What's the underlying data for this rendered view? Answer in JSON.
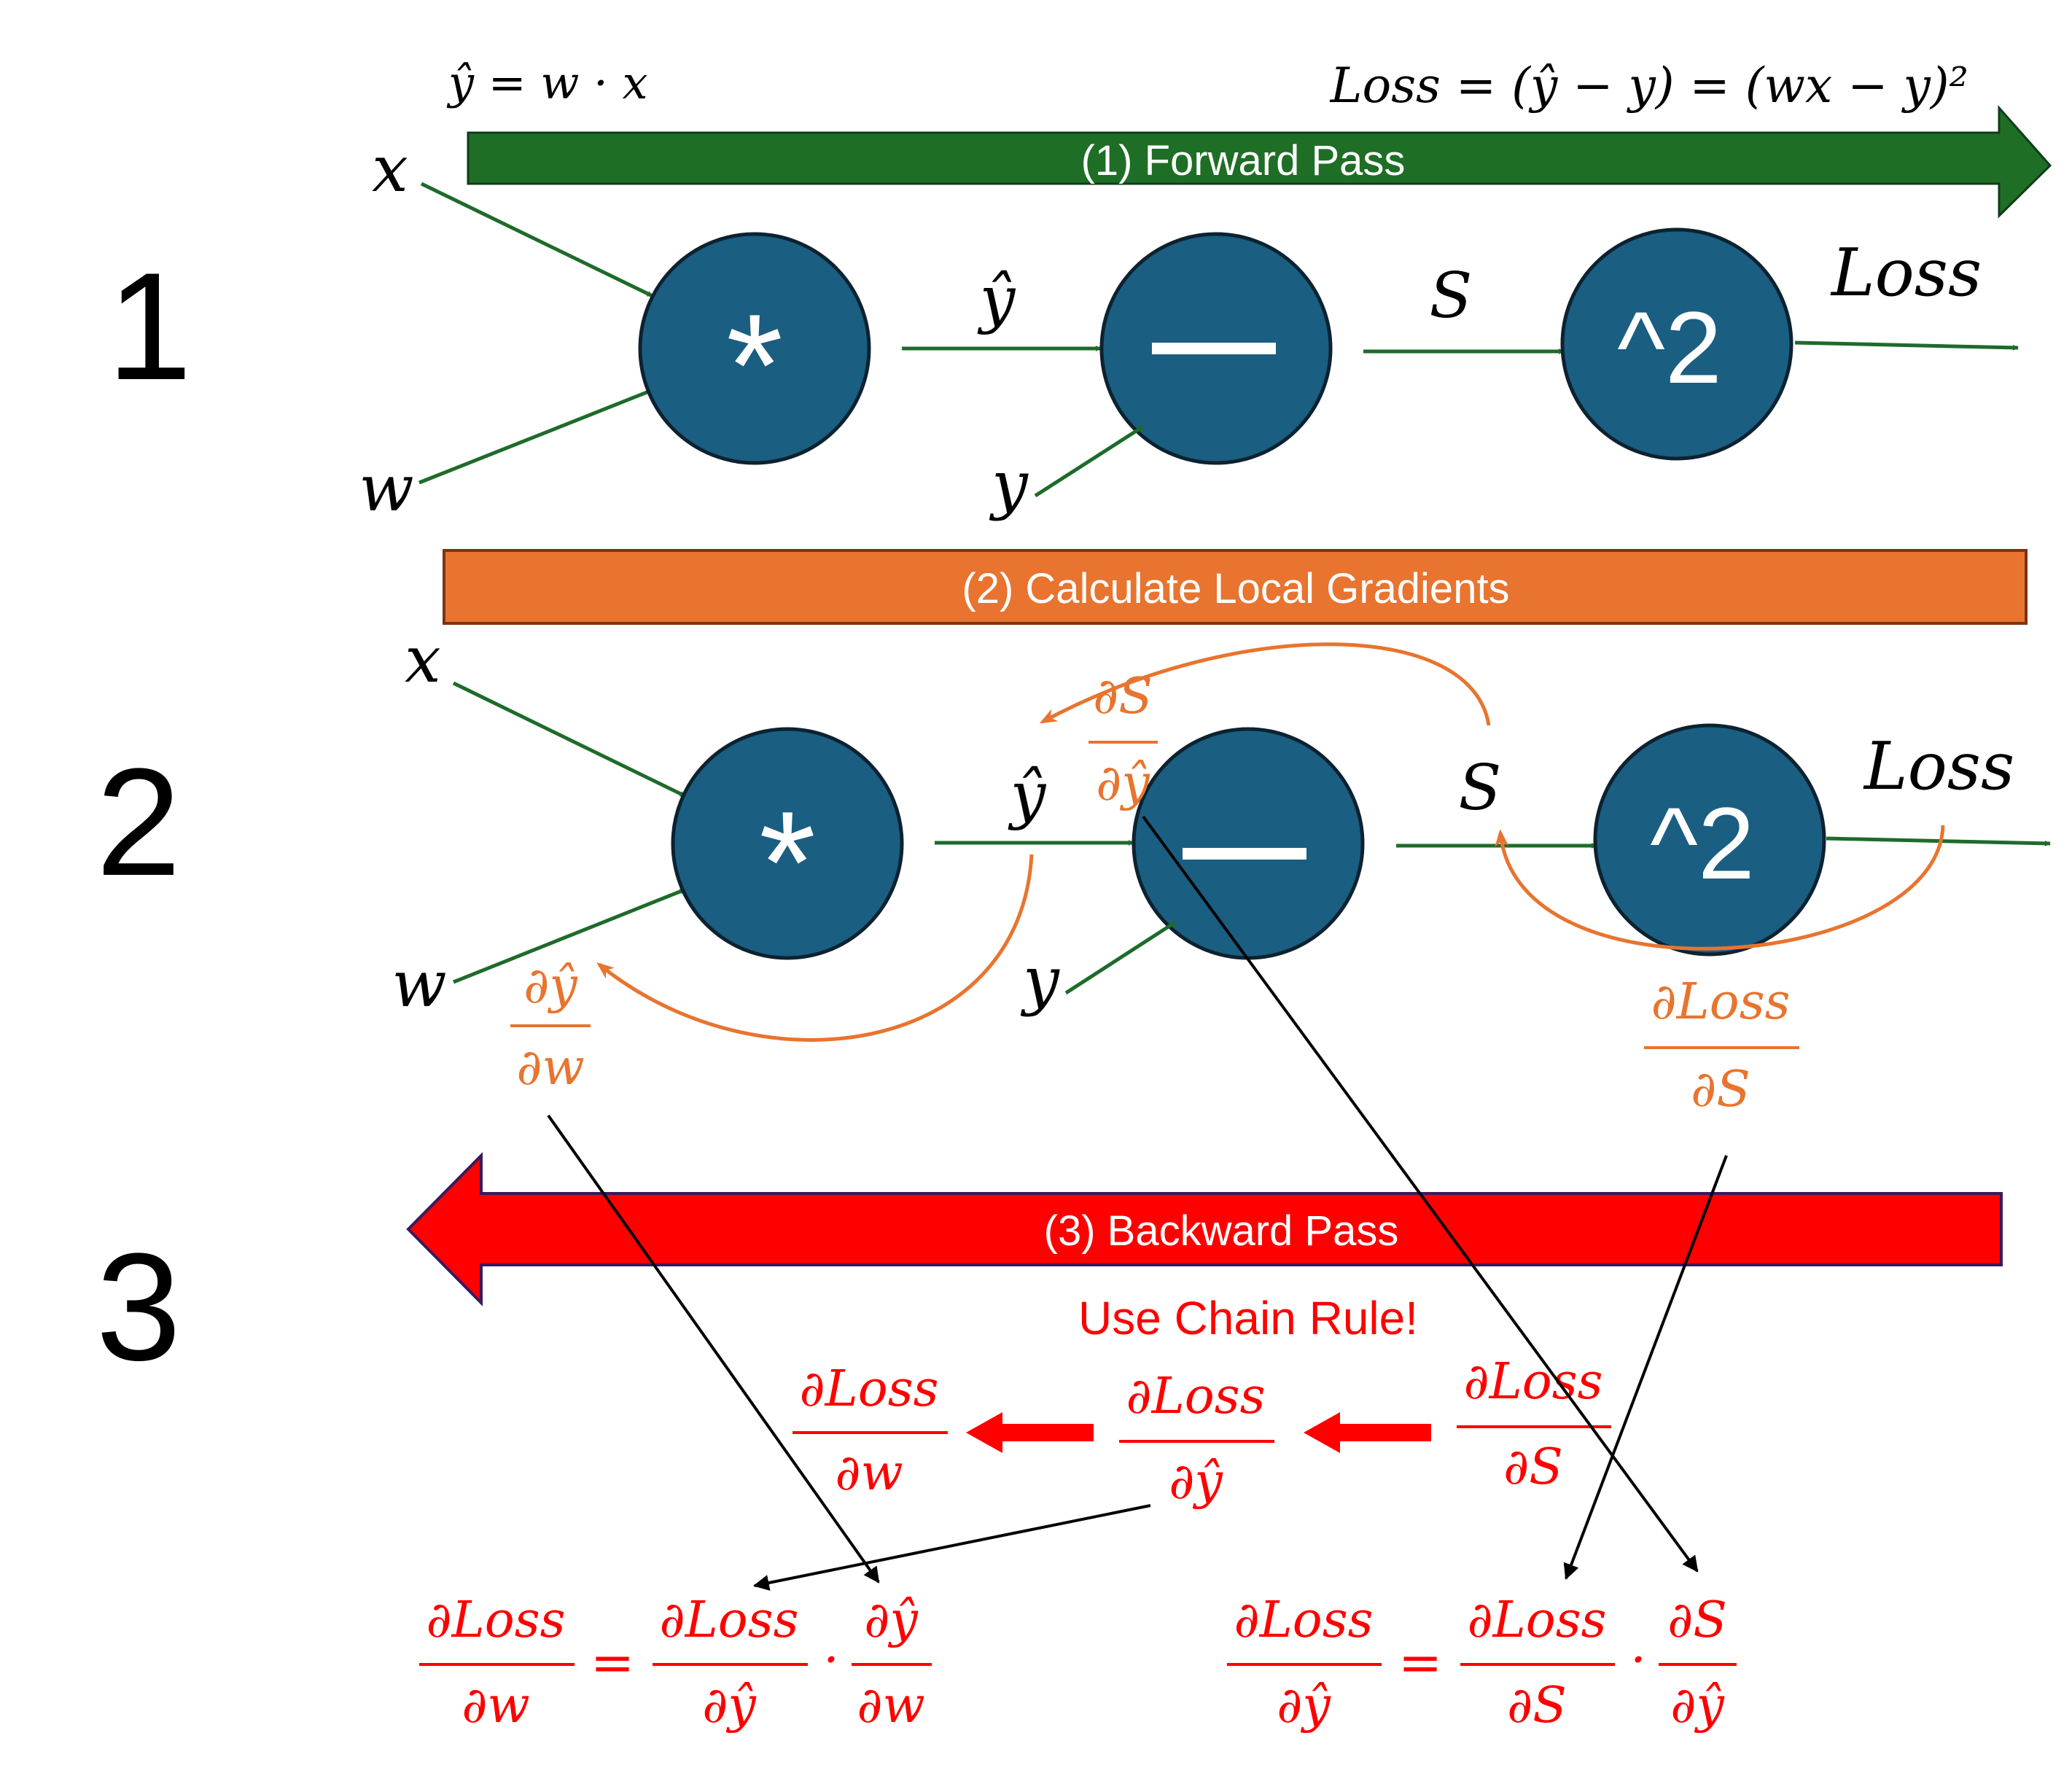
{
  "colors": {
    "node": "#1a5e82",
    "node_stroke": "#0d2230",
    "green": "#1e6b2a",
    "green_bar": "#1f6e26",
    "orange": "#e8742f",
    "orange_stroke": "#7a3414",
    "red": "#ff0000",
    "red_stroke": "#3a1a5c",
    "black": "#000000",
    "white": "#ffffff"
  },
  "steps": [
    "1",
    "2",
    "3"
  ],
  "top_formulas": {
    "yhat_def": "ŷ = w · x",
    "loss_def": "Loss = (ŷ − y) = (wx − y)²"
  },
  "bars": {
    "forward": "(1) Forward Pass",
    "local": "(2) Calculate Local Gradients",
    "backward": "(3) Backward Pass"
  },
  "vars": {
    "x": "x",
    "w": "w",
    "y": "y",
    "yhat": "ŷ",
    "s": "S",
    "loss": "Loss"
  },
  "nodes": {
    "mul": "*",
    "sub": "—",
    "sq": "^2"
  },
  "partial": {
    "S": "∂S",
    "yhat": "∂ŷ",
    "w": "∂w",
    "loss": "∂Loss"
  },
  "chain_rule": "Use Chain Rule!",
  "operators": {
    "eq": "=",
    "dot": "·"
  }
}
